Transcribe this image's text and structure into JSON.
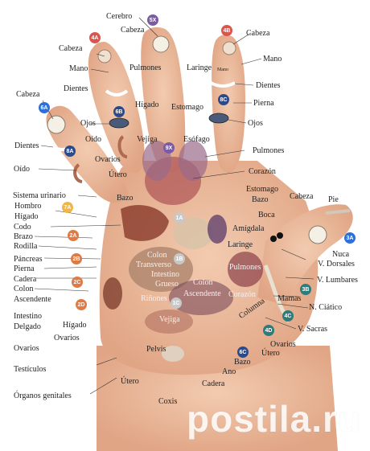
{
  "colors": {
    "skin": "#e9b89a",
    "skin_shadow": "#d89a78",
    "orange_badge": "#e07a45",
    "red_badge": "#d9564f",
    "navy_badge": "#2c4a8a",
    "purple_badge": "#7b5aa6",
    "teal_badge": "#2f7a7a",
    "yellow_badge": "#f0b64a",
    "blue_badge": "#2f6fd6",
    "watermark": "#ffffff"
  },
  "badges": {
    "b5x": "5X",
    "b4a": "4A",
    "b4b": "4B",
    "b6a": "6A",
    "b6b": "6B",
    "b8c": "8C",
    "b9x": "9X",
    "b8a": "8A",
    "b7a": "7A",
    "b1a": "1A",
    "b1b": "1B",
    "b1c": "1C",
    "b2a": "2A",
    "b2b": "2B",
    "b2c": "2C",
    "b2d": "2D",
    "b3a": "3A",
    "b3b": "3B",
    "b4c": "4C",
    "b4d": "4D",
    "b6c": "6C"
  },
  "labels": {
    "cerebro": "Cerebro",
    "cabeza_thumb": "Cabeza",
    "cabeza_top_mid": "Cabeza",
    "cabeza_top_right": "Cabeza",
    "cabeza_left_upper": "Cabeza",
    "cabeza_left": "Cabeza",
    "mano_left": "Mano",
    "mano_right": "Mano",
    "mano_small": "Mano",
    "pulmones_top": "Pulmones",
    "laringe_top": "Laringe",
    "dientes_left": "Dientes",
    "dientes_right": "Dientes",
    "higado_top": "Hígado",
    "estomago_top": "Estomago",
    "pierna_right": "Pierna",
    "ojos_left": "Ojos",
    "ojos_right": "Ojos",
    "oido_mid": "Oído",
    "vejiga": "Vejiga",
    "esofago": "Esófago",
    "dientes_far_left": "Dientes",
    "ovarios_top": "Ovarios",
    "pulmones_right": "Pulmones",
    "oido_left": "Oído",
    "utero_top": "Útero",
    "corazon_right": "Corazón",
    "estomago_mid": "Estomago",
    "sistema_urinario": "Sistema urinario",
    "bazo_mid": "Bazo",
    "bazo_right": "Bazo",
    "cabeza_thumb2": "Cabeza",
    "pie": "Pie",
    "hombro": "Hombro",
    "higado_left": "Hígado",
    "boca": "Boca",
    "codo": "Codo",
    "amigdala": "Amígdala",
    "brazo": "Brazo",
    "nuca": "Nuca",
    "rodilla": "Rodilla",
    "laringe_right": "Laringe",
    "v_dorsales": "V. Dorsales",
    "pancreas": "Páncreas",
    "colon_transverso1": "Colon",
    "colon_transverso2": "Transverso",
    "pierna_left": "Pierna",
    "pulmones_center": "Pulmones",
    "cadera_left": "Cadera",
    "intestino_grueso1": "Intestino",
    "intestino_grueso2": "Grueso",
    "v_lumbares": "V. Lumbares",
    "colon_left": "Colon",
    "colon_asc1": "Colon",
    "colon_asc2": "Ascendente",
    "corazon_center": "Corazón",
    "ascendente": "Ascendente",
    "rinones": "Riñones",
    "mamas": "Mamas",
    "n_ciatico": "N. Ciático",
    "intestino_delgado1": "Intestino",
    "intestino_delgado2": "Delgado",
    "columna": "Columna",
    "higado_low": "Hígado",
    "v_sacras": "V. Sacras",
    "vejiga_low": "Vejiga",
    "ovarios_low": "Ovarios",
    "ovarios_left": "Ovarios",
    "ovarios_right": "Ovarios",
    "utero_right": "Útero",
    "pelvis": "Pelvis",
    "bazo_low": "Bazo",
    "testiculos": "Testículos",
    "ano": "Ano",
    "utero_low": "Útero",
    "cadera_low": "Cadera",
    "organos_genitales": "Órganos genitales",
    "coxis": "Coxis"
  },
  "watermark": "postila.ru"
}
